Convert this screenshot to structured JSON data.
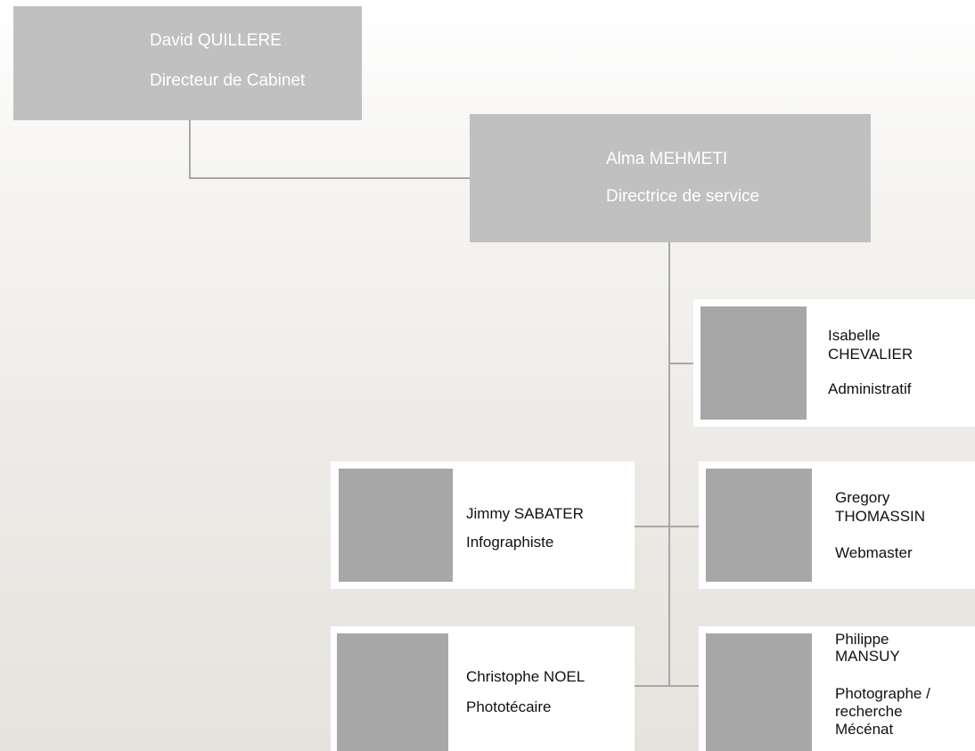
{
  "director": {
    "name": "David QUILLERE",
    "title": "Directeur de Cabinet"
  },
  "head": {
    "name": "Alma MEHMETI",
    "title": "Directrice de service"
  },
  "staff": {
    "isabelle": {
      "name_first": "Isabelle",
      "name_last": "CHEVALIER",
      "role": "Administratif"
    },
    "jimmy": {
      "name": "Jimmy SABATER",
      "role": "Infographiste"
    },
    "gregory": {
      "name_first": "Gregory",
      "name_last": "THOMASSIN",
      "role": "Webmaster"
    },
    "christophe": {
      "name": "Christophe NOEL",
      "role": "Phototécaire"
    },
    "philippe": {
      "name_first": "Philippe",
      "name_last": "MANSUY",
      "role_1": "Photographe /",
      "role_2": "recherche",
      "role_3": "Mécénat"
    }
  },
  "colors": {
    "box_gray": "#c0c0c0",
    "photo_gray": "#a7a7a7",
    "connector": "#a8a8a8",
    "card_bg": "#ffffff"
  }
}
